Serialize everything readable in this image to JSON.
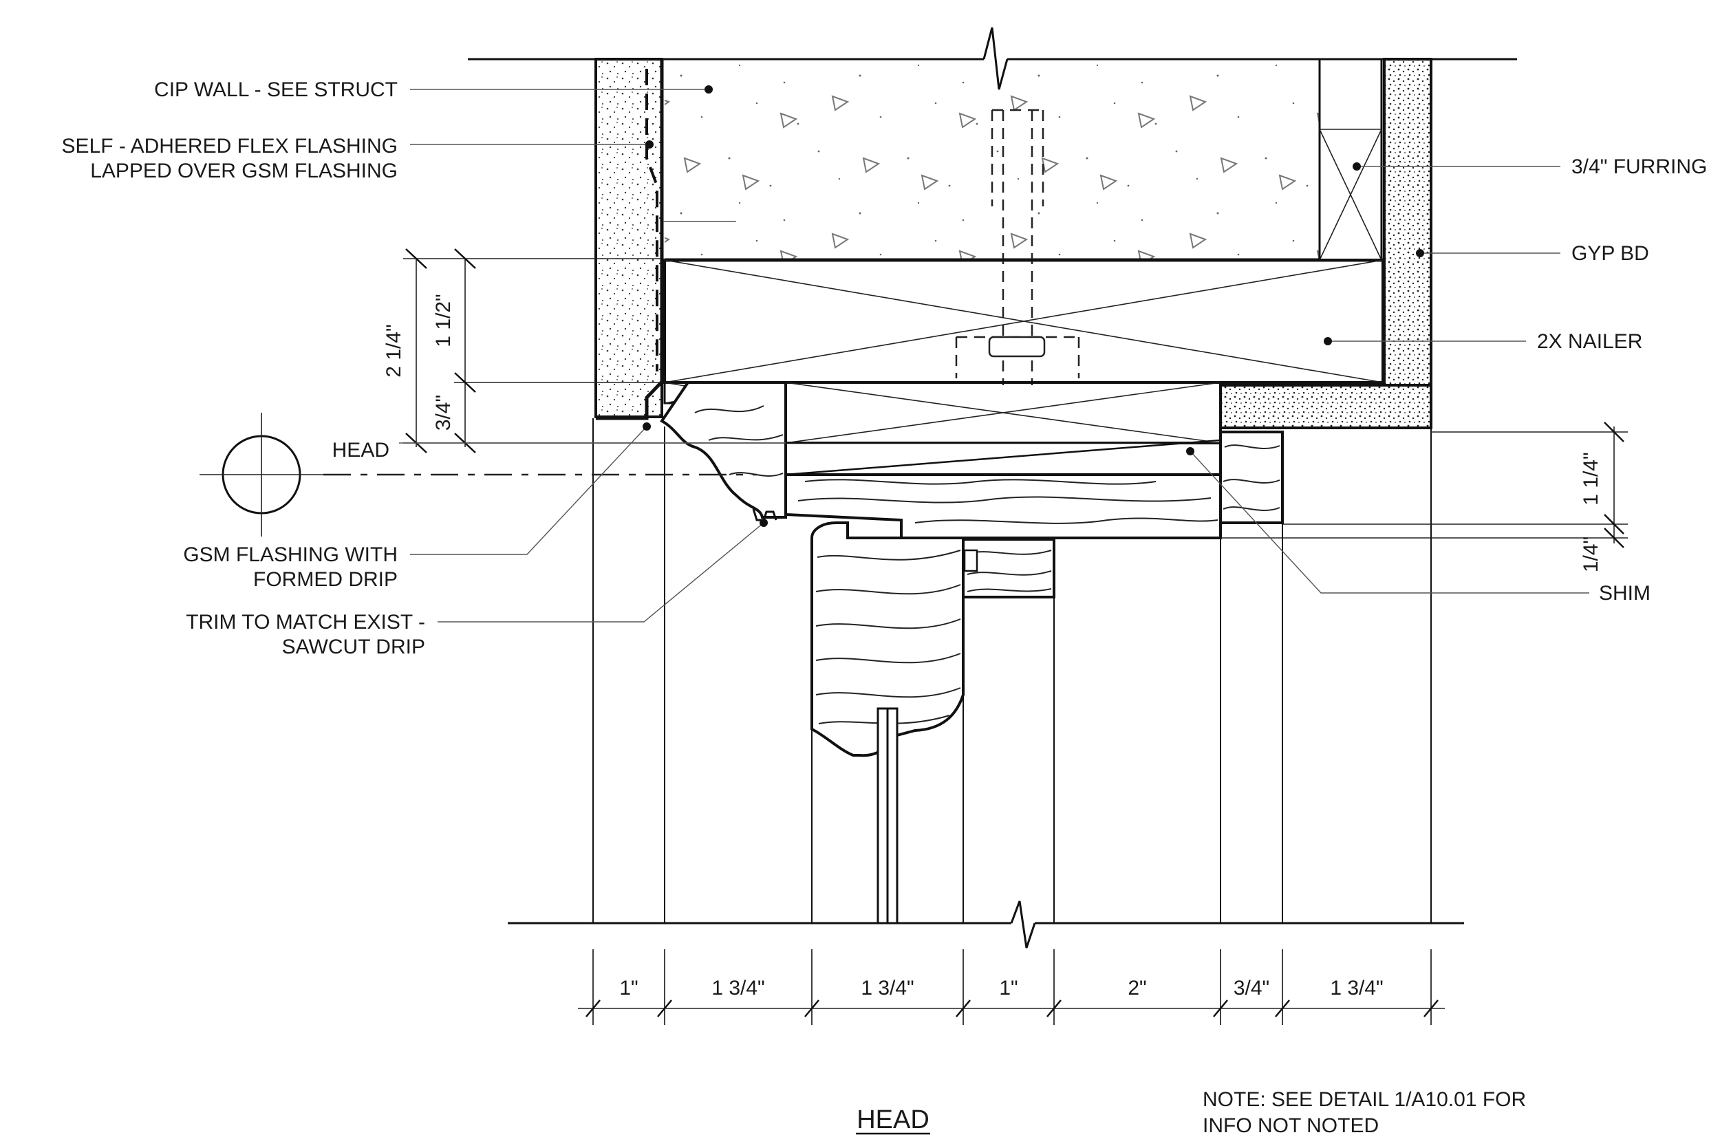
{
  "labels": {
    "cip_wall": "CIP WALL - SEE STRUCT",
    "flex_flashing_1": "SELF - ADHERED FLEX FLASHING",
    "flex_flashing_2": "LAPPED OVER GSM FLASHING",
    "head_ref": "HEAD",
    "gsm_flashing_1": "GSM FLASHING WITH",
    "gsm_flashing_2": "FORMED DRIP",
    "trim_1": "TRIM TO MATCH EXIST -",
    "trim_2": "SAWCUT DRIP",
    "furring": "3/4\" FURRING",
    "gyp_bd": "GYP BD",
    "nailer": "2X  NAILER",
    "shim": "SHIM"
  },
  "dimensions": {
    "vertical_left": [
      "2 1/4\"",
      "1 1/2\"",
      "3/4\""
    ],
    "vertical_right": [
      "1 1/4\"",
      "1/4\""
    ],
    "bottom": [
      "1\"",
      "1 3/4\"",
      "1 3/4\"",
      "1\"",
      "2\"",
      "3/4\"",
      "1 3/4\""
    ]
  },
  "title": "HEAD",
  "note": {
    "line1": "NOTE: SEE DETAIL 1/A10.01 FOR",
    "line2": "INFO NOT NOTED"
  }
}
